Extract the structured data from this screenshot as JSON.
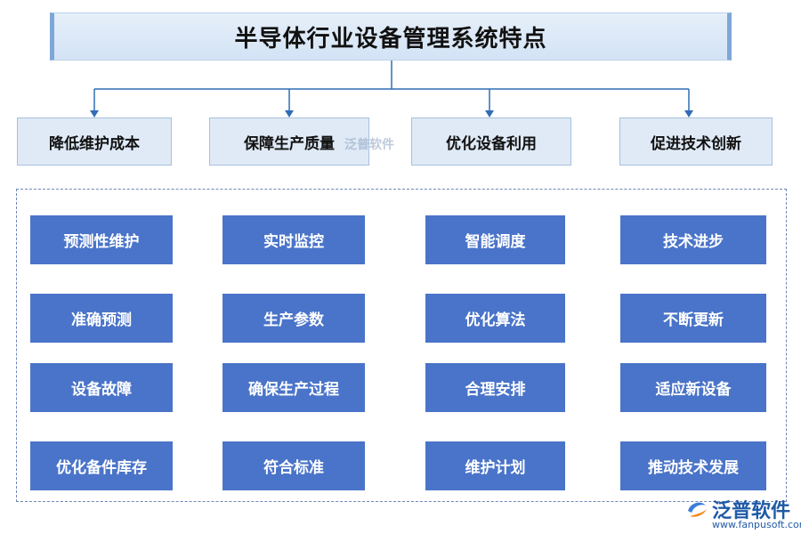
{
  "title": "半导体行业设备管理系统特点",
  "categories": [
    {
      "label": "降低维护成本"
    },
    {
      "label": "保障生产质量"
    },
    {
      "label": "优化设备利用"
    },
    {
      "label": "促进技术创新"
    }
  ],
  "grid": [
    [
      "预测性维护",
      "实时监控",
      "智能调度",
      "技术进步"
    ],
    [
      "准确预测",
      "生产参数",
      "优化算法",
      "不断更新"
    ],
    [
      "设备故障",
      "确保生产过程",
      "合理安排",
      "适应新设备"
    ],
    [
      "优化备件库存",
      "符合标准",
      "维护计划",
      "推动技术发展"
    ]
  ],
  "watermark": {
    "brand": "泛普软件",
    "url": "www.fanpusoft.com"
  },
  "colors": {
    "item_fill": "#4a74c9",
    "category_fill": "#dfeaf6",
    "connector": "#2f6db5"
  }
}
